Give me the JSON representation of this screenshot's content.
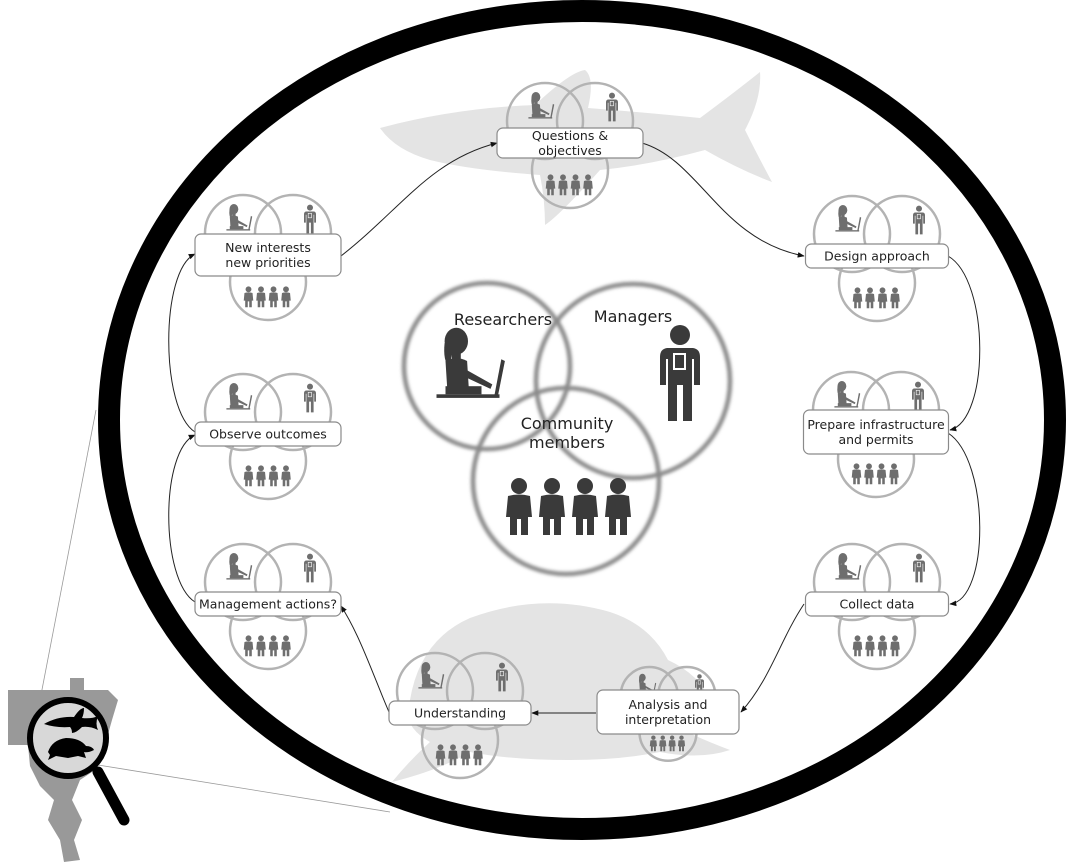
{
  "center": {
    "researchers": "Researchers",
    "managers": "Managers",
    "community_line1": "Community",
    "community_line2": "members"
  },
  "stages": [
    {
      "id": "questions",
      "lines": [
        "Questions &",
        "objectives"
      ]
    },
    {
      "id": "design",
      "lines": [
        "Design approach"
      ]
    },
    {
      "id": "prepare",
      "lines": [
        "Prepare infrastructure",
        "and permits"
      ]
    },
    {
      "id": "collect",
      "lines": [
        "Collect data"
      ]
    },
    {
      "id": "analysis",
      "lines": [
        "Analysis and",
        "interpretation"
      ]
    },
    {
      "id": "understanding",
      "lines": [
        "Understanding"
      ]
    },
    {
      "id": "management",
      "lines": [
        "Management actions?"
      ]
    },
    {
      "id": "observe",
      "lines": [
        "Observe outcomes"
      ]
    },
    {
      "id": "new-interests",
      "lines": [
        "New interests",
        "new priorities"
      ]
    }
  ],
  "colors": {
    "frame": "#000000",
    "box_border": "#8a8a8a",
    "silhouette": "#e4e4e4",
    "person": "#6e6e6e",
    "person_dark": "#3a3a3a"
  },
  "icons": [
    "researcher-icon",
    "manager-icon",
    "community-icon",
    "shark-icon",
    "turtle-icon",
    "magnifier-icon",
    "river-map-icon"
  ]
}
